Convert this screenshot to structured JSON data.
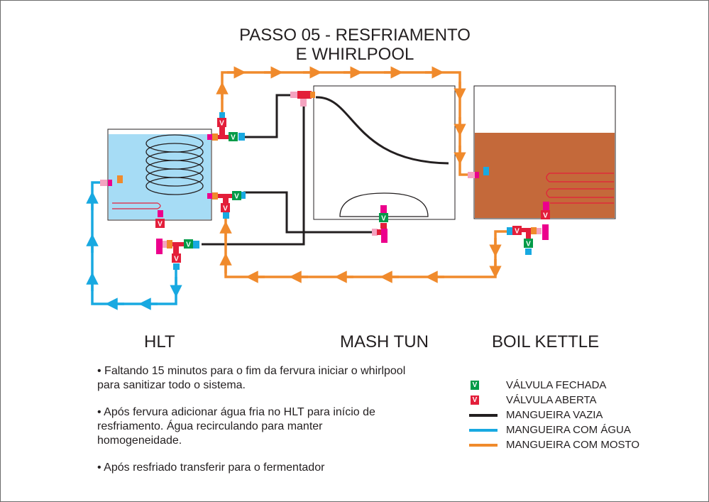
{
  "title": {
    "line1": "PASSO 05 - RESFRIAMENTO",
    "line2": "E WHIRLPOOL"
  },
  "vessels": {
    "hlt": "HLT",
    "mash_tun": "MASH TUN",
    "boil_kettle": "BOIL KETTLE"
  },
  "valve_letter": "V",
  "notes": [
    "• Faltando 15 minutos para o fim da fervura iniciar o whirlpool para sanitizar todo o sistema.",
    "• Após fervura adicionar água fria no HLT para início de resfriamento. Água recirculando para manter homogeneidade.",
    "• Após resfriado transferir para o fermentador"
  ],
  "legend": [
    {
      "symbol": "valve-closed",
      "color": "#009b48",
      "label": "VÁLVULA FECHADA"
    },
    {
      "symbol": "valve-open",
      "color": "#e31e3a",
      "label": "VÁLVULA ABERTA"
    },
    {
      "symbol": "line",
      "color": "#231f20",
      "label": "MANGUEIRA VAZIA"
    },
    {
      "symbol": "line",
      "color": "#18a9e1",
      "label": "MANGUEIRA COM ÁGUA"
    },
    {
      "symbol": "line",
      "color": "#f08a2c",
      "label": "MANGUEIRA COM MOSTO"
    }
  ],
  "colors": {
    "hlt_water": "#a6dcf5",
    "wort": "#c4693a",
    "empty_hose": "#231f20",
    "water_hose": "#18a9e1",
    "wort_hose": "#f08a2c",
    "valve_closed": "#009b48",
    "valve_open": "#e31e3a"
  }
}
